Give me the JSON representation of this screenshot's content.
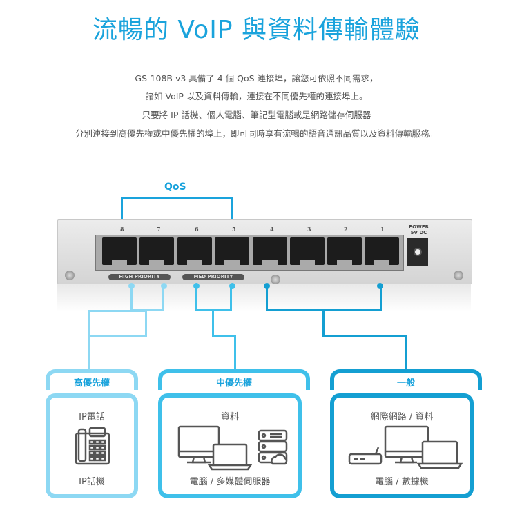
{
  "title": "流暢的 VoIP 與資料傳輸體驗",
  "description": [
    "GS-108B v3 具備了 4 個 QoS 連接埠，讓您可依照不同需求，",
    "諸如 VoIP 以及資料傳輸，連接在不同優先權的連接埠上。",
    "只要將 IP 話機、個人電腦、筆記型電腦或是網路儲存伺服器",
    "分別連接到高優先權或中優先權的埠上，即可同時享有流暢的語音通訊品質以及資料傳輸服務。"
  ],
  "diagram": {
    "qos_label": "QoS",
    "ports": [
      "8",
      "7",
      "6",
      "5",
      "4",
      "3",
      "2",
      "1"
    ],
    "high_priority_label": "HIGH PRIORITY",
    "med_priority_label": "MED PRIORITY",
    "power_label": [
      "POWER",
      "5V DC"
    ],
    "colors": {
      "accent": "#1aa3dc",
      "high": "#8dd8f3",
      "med": "#3fc0ea",
      "normal": "#149fd2"
    }
  },
  "categories": [
    {
      "name": "高優先權",
      "heading": "IP電話",
      "footer": "IP話機",
      "icon": "ip-phone-icon"
    },
    {
      "name": "中優先權",
      "heading": "資料",
      "footer": "電腦 / 多媒體伺服器",
      "icon": "computer-server-icon"
    },
    {
      "name": "一般",
      "heading": "網際網路 / 資料",
      "footer": "電腦 / 數據機",
      "icon": "computer-modem-icon"
    }
  ]
}
